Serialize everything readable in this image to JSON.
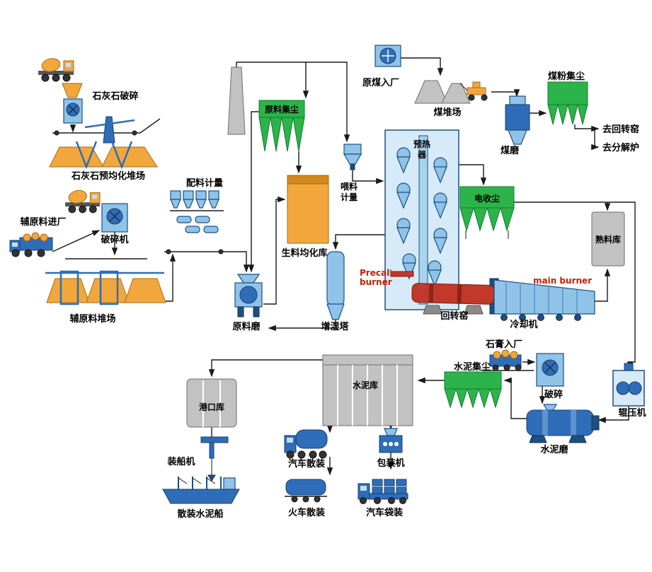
{
  "diagram": {
    "type": "process-flow",
    "subject": "cement production line flow diagram",
    "labels": {
      "limestone_crushing": "石灰石破碎",
      "limestone_preblending_yard": "石灰石预均化堆场",
      "aux_material_in": "辅原料进厂",
      "crusher_machine": "破碎机",
      "aux_material_yard": "辅原料堆场",
      "batching_metering": "配料计量",
      "raw_material_dust_collector": "原料集尘",
      "raw_meal_homogenizing_silo": "生料均化库",
      "raw_mill": "原料磨",
      "humidifying_tower": "增湿塔",
      "feed_metering_line1": "喂料",
      "feed_metering_line2": "计量",
      "preheater_line1": "预热",
      "preheater_line2": "器",
      "raw_coal_in": "原煤入厂",
      "coal_yard": "煤堆场",
      "coal_dust_collector": "煤粉集尘",
      "coal_mill": "煤磨",
      "to_rotary_kiln": "去回转窑",
      "to_calciner": "去分解炉",
      "esp": "电收尘",
      "clinker_silo": "熟料库",
      "precal_burner_line1": "Precal'",
      "precal_burner_line2": "burner",
      "rotary_kiln": "回转窑",
      "main_burner": "main burner",
      "cooler": "冷却机",
      "cement_dust_collector": "水泥集尘",
      "gypsum_in": "石膏入厂",
      "gypsum_crushing": "破碎",
      "roller_press": "辊压机",
      "cement_mill": "水泥磨",
      "cement_silo": "水泥库",
      "port_silo": "港口库",
      "ship_loader": "装船机",
      "bulk_cement_ship": "散装水泥船",
      "truck_bulk": "汽车散装",
      "train_bulk": "火车散装",
      "packing_machine": "包装机",
      "truck_bagged": "汽车袋装"
    },
    "colors": {
      "dust_collector_green": "#2cb34a",
      "equipment_blue": "#2f6db8",
      "equipment_light_blue": "#8fc3e8",
      "material_orange": "#f2a73c",
      "silo_gray": "#c2c2c2",
      "kiln_red": "#c0392b",
      "burner_text_red": "#c81e00",
      "line_black": "#1a1a1a",
      "background": "#ffffff"
    }
  }
}
